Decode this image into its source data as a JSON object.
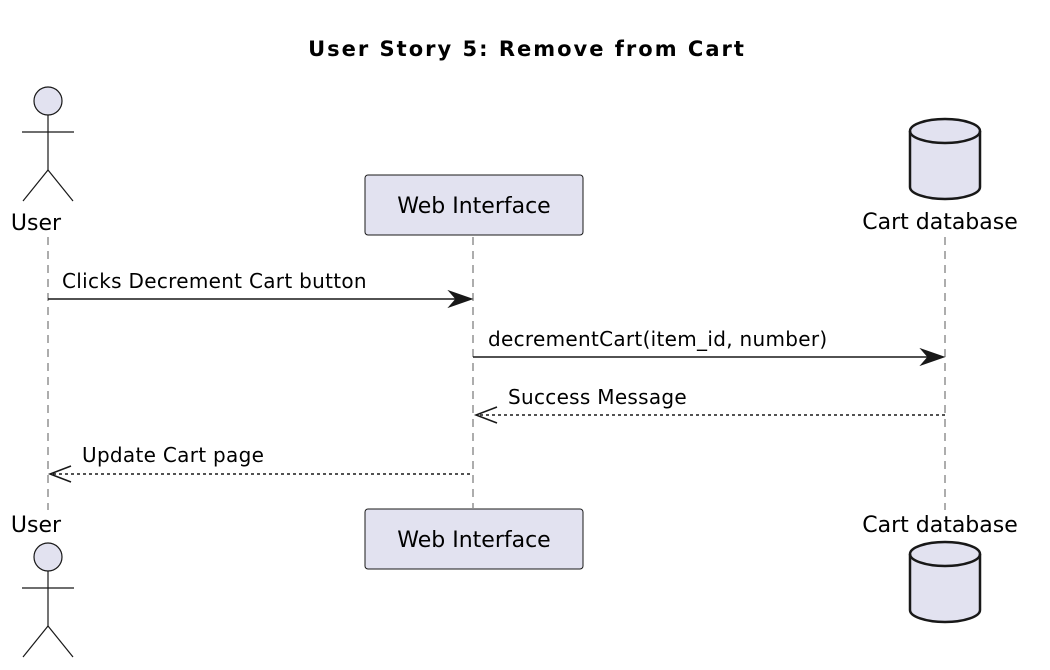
{
  "title": "User Story 5: Remove from Cart",
  "colors": {
    "participant_fill": "#e2e2f0",
    "stroke": "#181818",
    "lifeline": "#8a8a8a"
  },
  "participants": [
    {
      "id": "user",
      "type": "actor",
      "label": "User"
    },
    {
      "id": "web",
      "type": "participant",
      "label": "Web Interface"
    },
    {
      "id": "cartdb",
      "type": "database",
      "label": "Cart database"
    }
  ],
  "messages": [
    {
      "from": "user",
      "to": "web",
      "label": "Clicks Decrement Cart button",
      "style": "solid"
    },
    {
      "from": "web",
      "to": "cartdb",
      "label": "decrementCart(item_id, number)",
      "style": "solid"
    },
    {
      "from": "cartdb",
      "to": "web",
      "label": "Success Message",
      "style": "dashed"
    },
    {
      "from": "web",
      "to": "user",
      "label": "Update Cart page",
      "style": "dashed"
    }
  ]
}
